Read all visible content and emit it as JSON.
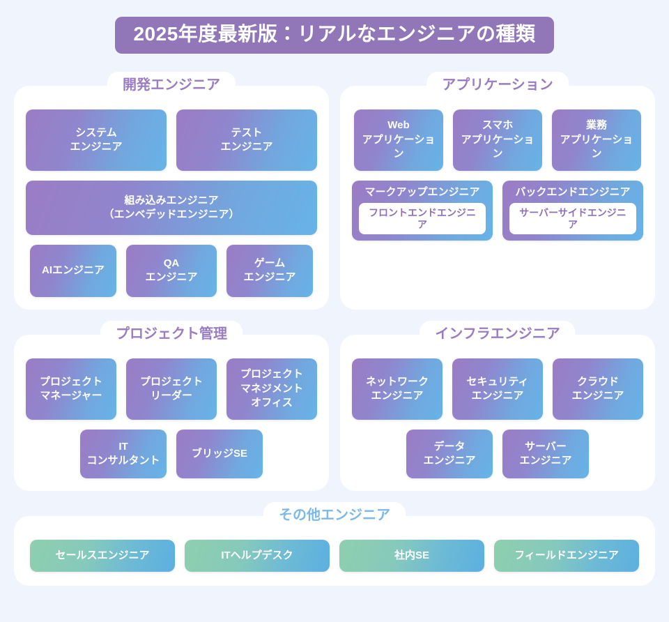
{
  "title": "2025年度最新版：リアルなエンジニアの種類",
  "colors": {
    "background": "#eff4fd",
    "title_banner": "#9277b8",
    "panel": "#ffffff",
    "heading_purple": "#9a7cc0",
    "heading_blue": "#7cb8e8",
    "card_gradient_start": "#9b7cc4",
    "card_gradient_end": "#66b4e8",
    "card_green_start": "#8fcfae",
    "card_green_end": "#5cb0e0",
    "sub_pill_text": "#8f6fb8"
  },
  "sections": [
    {
      "heading": "開発エンジニア",
      "rows": [
        {
          "cards": [
            {
              "label": "システム\nエンジニア"
            },
            {
              "label": "テスト\nエンジニア"
            }
          ]
        },
        {
          "cards": [
            {
              "label": "組み込みエンジニア\n（エンベデッドエンジニア）"
            }
          ]
        },
        {
          "cards": [
            {
              "label": "AIエンジニア"
            },
            {
              "label": "QA\nエンジニア"
            },
            {
              "label": "ゲーム\nエンジニア"
            }
          ]
        }
      ]
    },
    {
      "heading": "アプリケーション",
      "rows": [
        {
          "cards": [
            {
              "label": "Web\nアプリケーション"
            },
            {
              "label": "スマホ\nアプリケーション"
            },
            {
              "label": "業務\nアプリケーション"
            }
          ]
        },
        {
          "cards": [
            {
              "label": "マークアップエンジニア",
              "sub": "フロントエンドエンジニア"
            },
            {
              "label": "バックエンドエンジニア",
              "sub": "サーバーサイドエンジニア"
            }
          ]
        }
      ]
    },
    {
      "heading": "プロジェクト管理",
      "rows": [
        {
          "cards": [
            {
              "label": "プロジェクト\nマネージャー"
            },
            {
              "label": "プロジェクト\nリーダー"
            },
            {
              "label": "プロジェクト\nマネジメント\nオフィス"
            }
          ]
        },
        {
          "cards": [
            {
              "label": "IT\nコンサルタント"
            },
            {
              "label": "ブリッジSE"
            }
          ]
        }
      ]
    },
    {
      "heading": "インフラエンジニア",
      "rows": [
        {
          "cards": [
            {
              "label": "ネットワーク\nエンジニア"
            },
            {
              "label": "セキュリティ\nエンジニア"
            },
            {
              "label": "クラウド\nエンジニア"
            }
          ]
        },
        {
          "cards": [
            {
              "label": "データ\nエンジニア"
            },
            {
              "label": "サーバー\nエンジニア"
            }
          ]
        }
      ]
    },
    {
      "heading": "その他エンジニア",
      "rows": [
        {
          "cards": [
            {
              "label": "セールスエンジニア"
            },
            {
              "label": "ITヘルプデスク"
            },
            {
              "label": "社内SE"
            },
            {
              "label": "フィールドエンジニア"
            }
          ]
        }
      ]
    }
  ]
}
